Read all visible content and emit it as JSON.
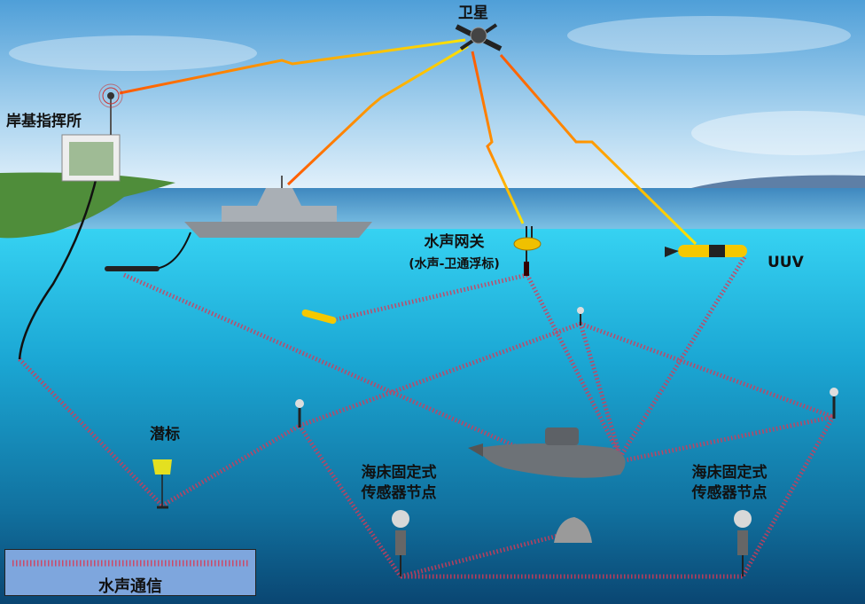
{
  "labels": {
    "satellite": "卫星",
    "shore_command": "岸基指挥所",
    "gateway": "水声网关",
    "gateway_sub": "(水声-卫通浮标)",
    "uuv": "UUV",
    "subsurface_buoy": "潜标",
    "seabed_node_left_1": "海床固定式",
    "seabed_node_left_2": "传感器节点",
    "seabed_node_right_1": "海床固定式",
    "seabed_node_right_2": "传感器节点"
  },
  "legend": {
    "label": "水声通信"
  },
  "colors": {
    "acoustic": "#e0304a",
    "radio_start": "#ff6a00",
    "radio_end": "#ffe000",
    "sky": "#5aa8dc",
    "sea_top": "#38d0f0",
    "sea_bottom": "#0a4a78"
  }
}
